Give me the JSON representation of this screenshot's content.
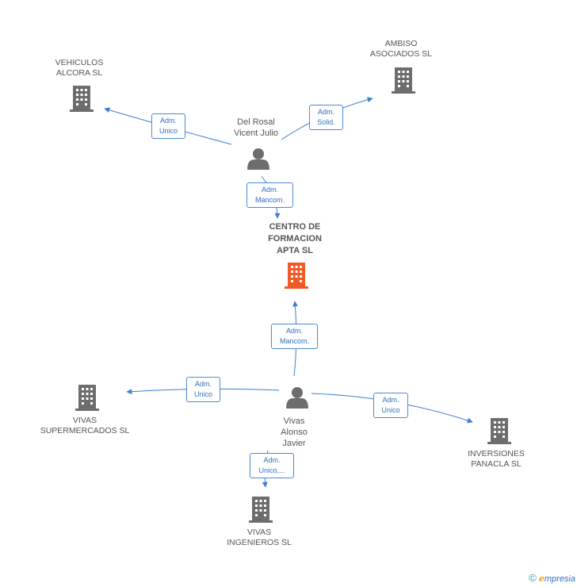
{
  "colors": {
    "edge": "#3a7fd5",
    "building": "#6d6d6d",
    "focus_building": "#f05a28",
    "person": "#6d6d6d"
  },
  "nodes": {
    "vehiculos": {
      "lines": [
        "VEHICULOS",
        "ALCORA  SL"
      ],
      "icon": "building-icon"
    },
    "ambiso": {
      "lines": [
        "AMBISO",
        "ASOCIADOS SL"
      ],
      "icon": "building-icon"
    },
    "delrosal": {
      "lines": [
        "Del Rosal",
        "Vicent Julio"
      ],
      "icon": "person-icon"
    },
    "centro": {
      "lines": [
        "CENTRO DE",
        "FORMACION",
        "APTA SL"
      ],
      "icon": "building-icon"
    },
    "vivas_super": {
      "lines": [
        "VIVAS",
        "SUPERMERCADOS SL"
      ],
      "icon": "building-icon"
    },
    "vivas_person": {
      "lines": [
        "Vivas",
        "Alonso",
        "Javier"
      ],
      "icon": "person-icon"
    },
    "inversiones": {
      "lines": [
        "INVERSIONES",
        "PANACLA SL"
      ],
      "icon": "building-icon"
    },
    "vivas_ing": {
      "lines": [
        "VIVAS",
        "INGENIEROS SL"
      ],
      "icon": "building-icon"
    }
  },
  "edges": {
    "delrosal_vehiculos": {
      "lines": [
        "Adm.",
        "Unico"
      ]
    },
    "delrosal_ambiso": {
      "lines": [
        "Adm.",
        "Solid."
      ]
    },
    "delrosal_centro": {
      "lines": [
        "Adm.",
        "Mancom."
      ]
    },
    "vivas_centro": {
      "lines": [
        "Adm.",
        "Mancom."
      ]
    },
    "vivas_super": {
      "lines": [
        "Adm.",
        "Unico"
      ]
    },
    "vivas_inversiones": {
      "lines": [
        "Adm.",
        "Unico"
      ]
    },
    "vivas_ing": {
      "lines": [
        "Adm.",
        "Unico,..."
      ]
    }
  },
  "footer": {
    "copyright": "©",
    "brand_initial": "e",
    "brand_rest": "mpresia"
  }
}
